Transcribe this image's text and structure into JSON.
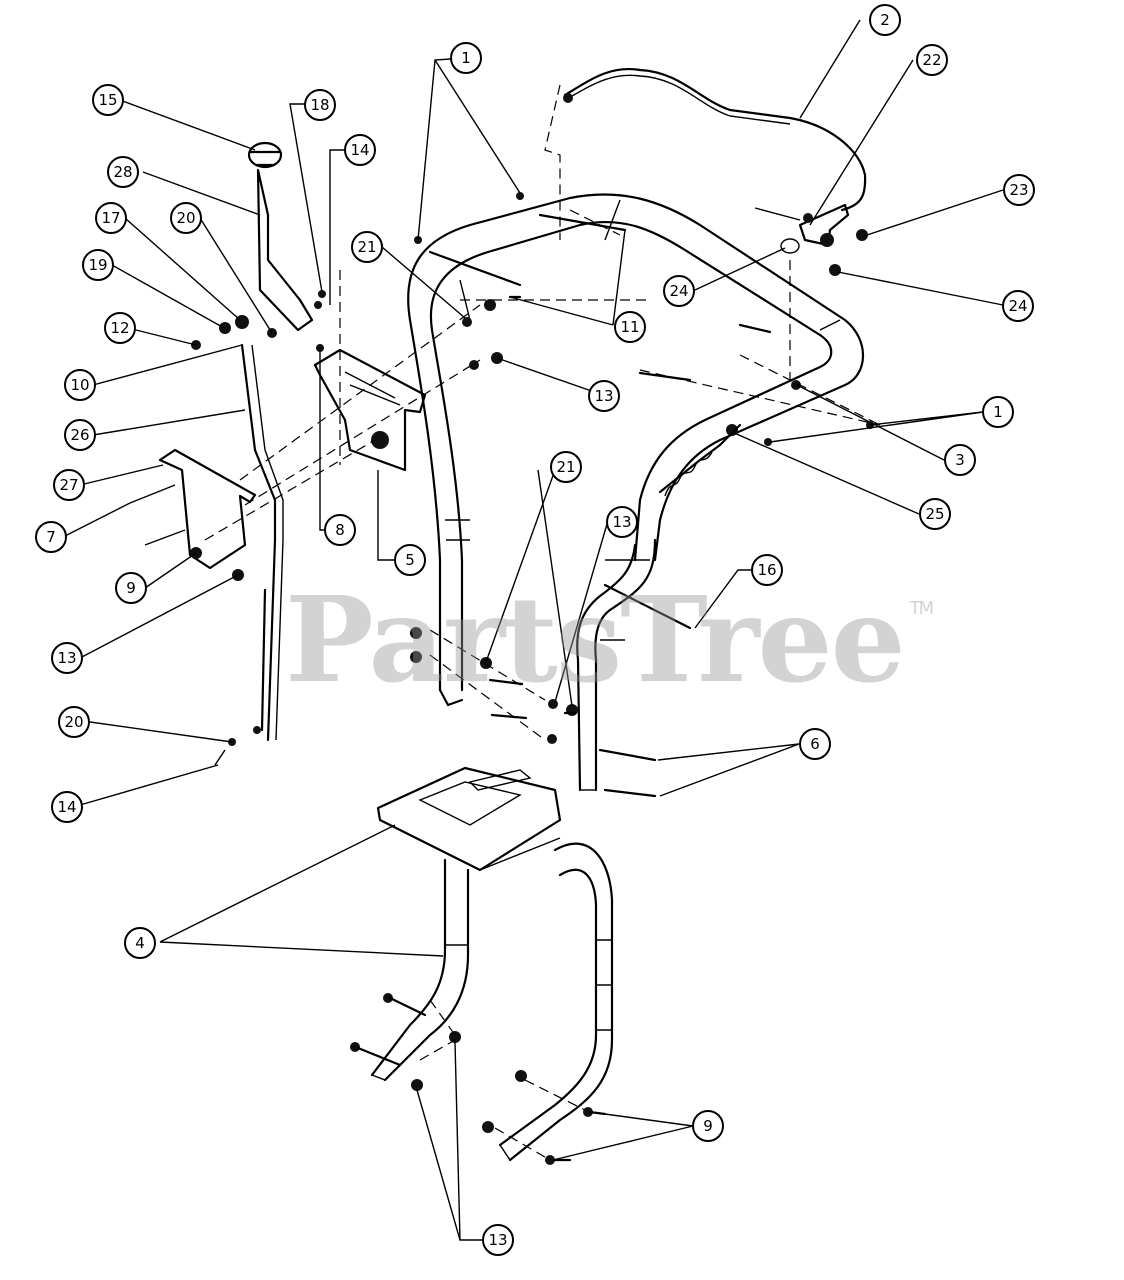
{
  "watermark": {
    "text": "PartsTree",
    "tm": "TM"
  },
  "callouts": {
    "c1a": "1",
    "c1b": "1",
    "c2": "2",
    "c3": "3",
    "c4": "4",
    "c5": "5",
    "c6": "6",
    "c7": "7",
    "c8": "8",
    "c9a": "9",
    "c9b": "9",
    "c10": "10",
    "c11": "11",
    "c12": "12",
    "c13a": "13",
    "c13b": "13",
    "c13c": "13",
    "c13d": "13",
    "c14a": "14",
    "c14b": "14",
    "c15": "15",
    "c16": "16",
    "c17": "17",
    "c18": "18",
    "c19": "19",
    "c20a": "20",
    "c20b": "20",
    "c21a": "21",
    "c21b": "21",
    "c22": "22",
    "c23": "23",
    "c24a": "24",
    "c24b": "24",
    "c25": "25",
    "c26": "26",
    "c27": "27",
    "c28": "28"
  }
}
